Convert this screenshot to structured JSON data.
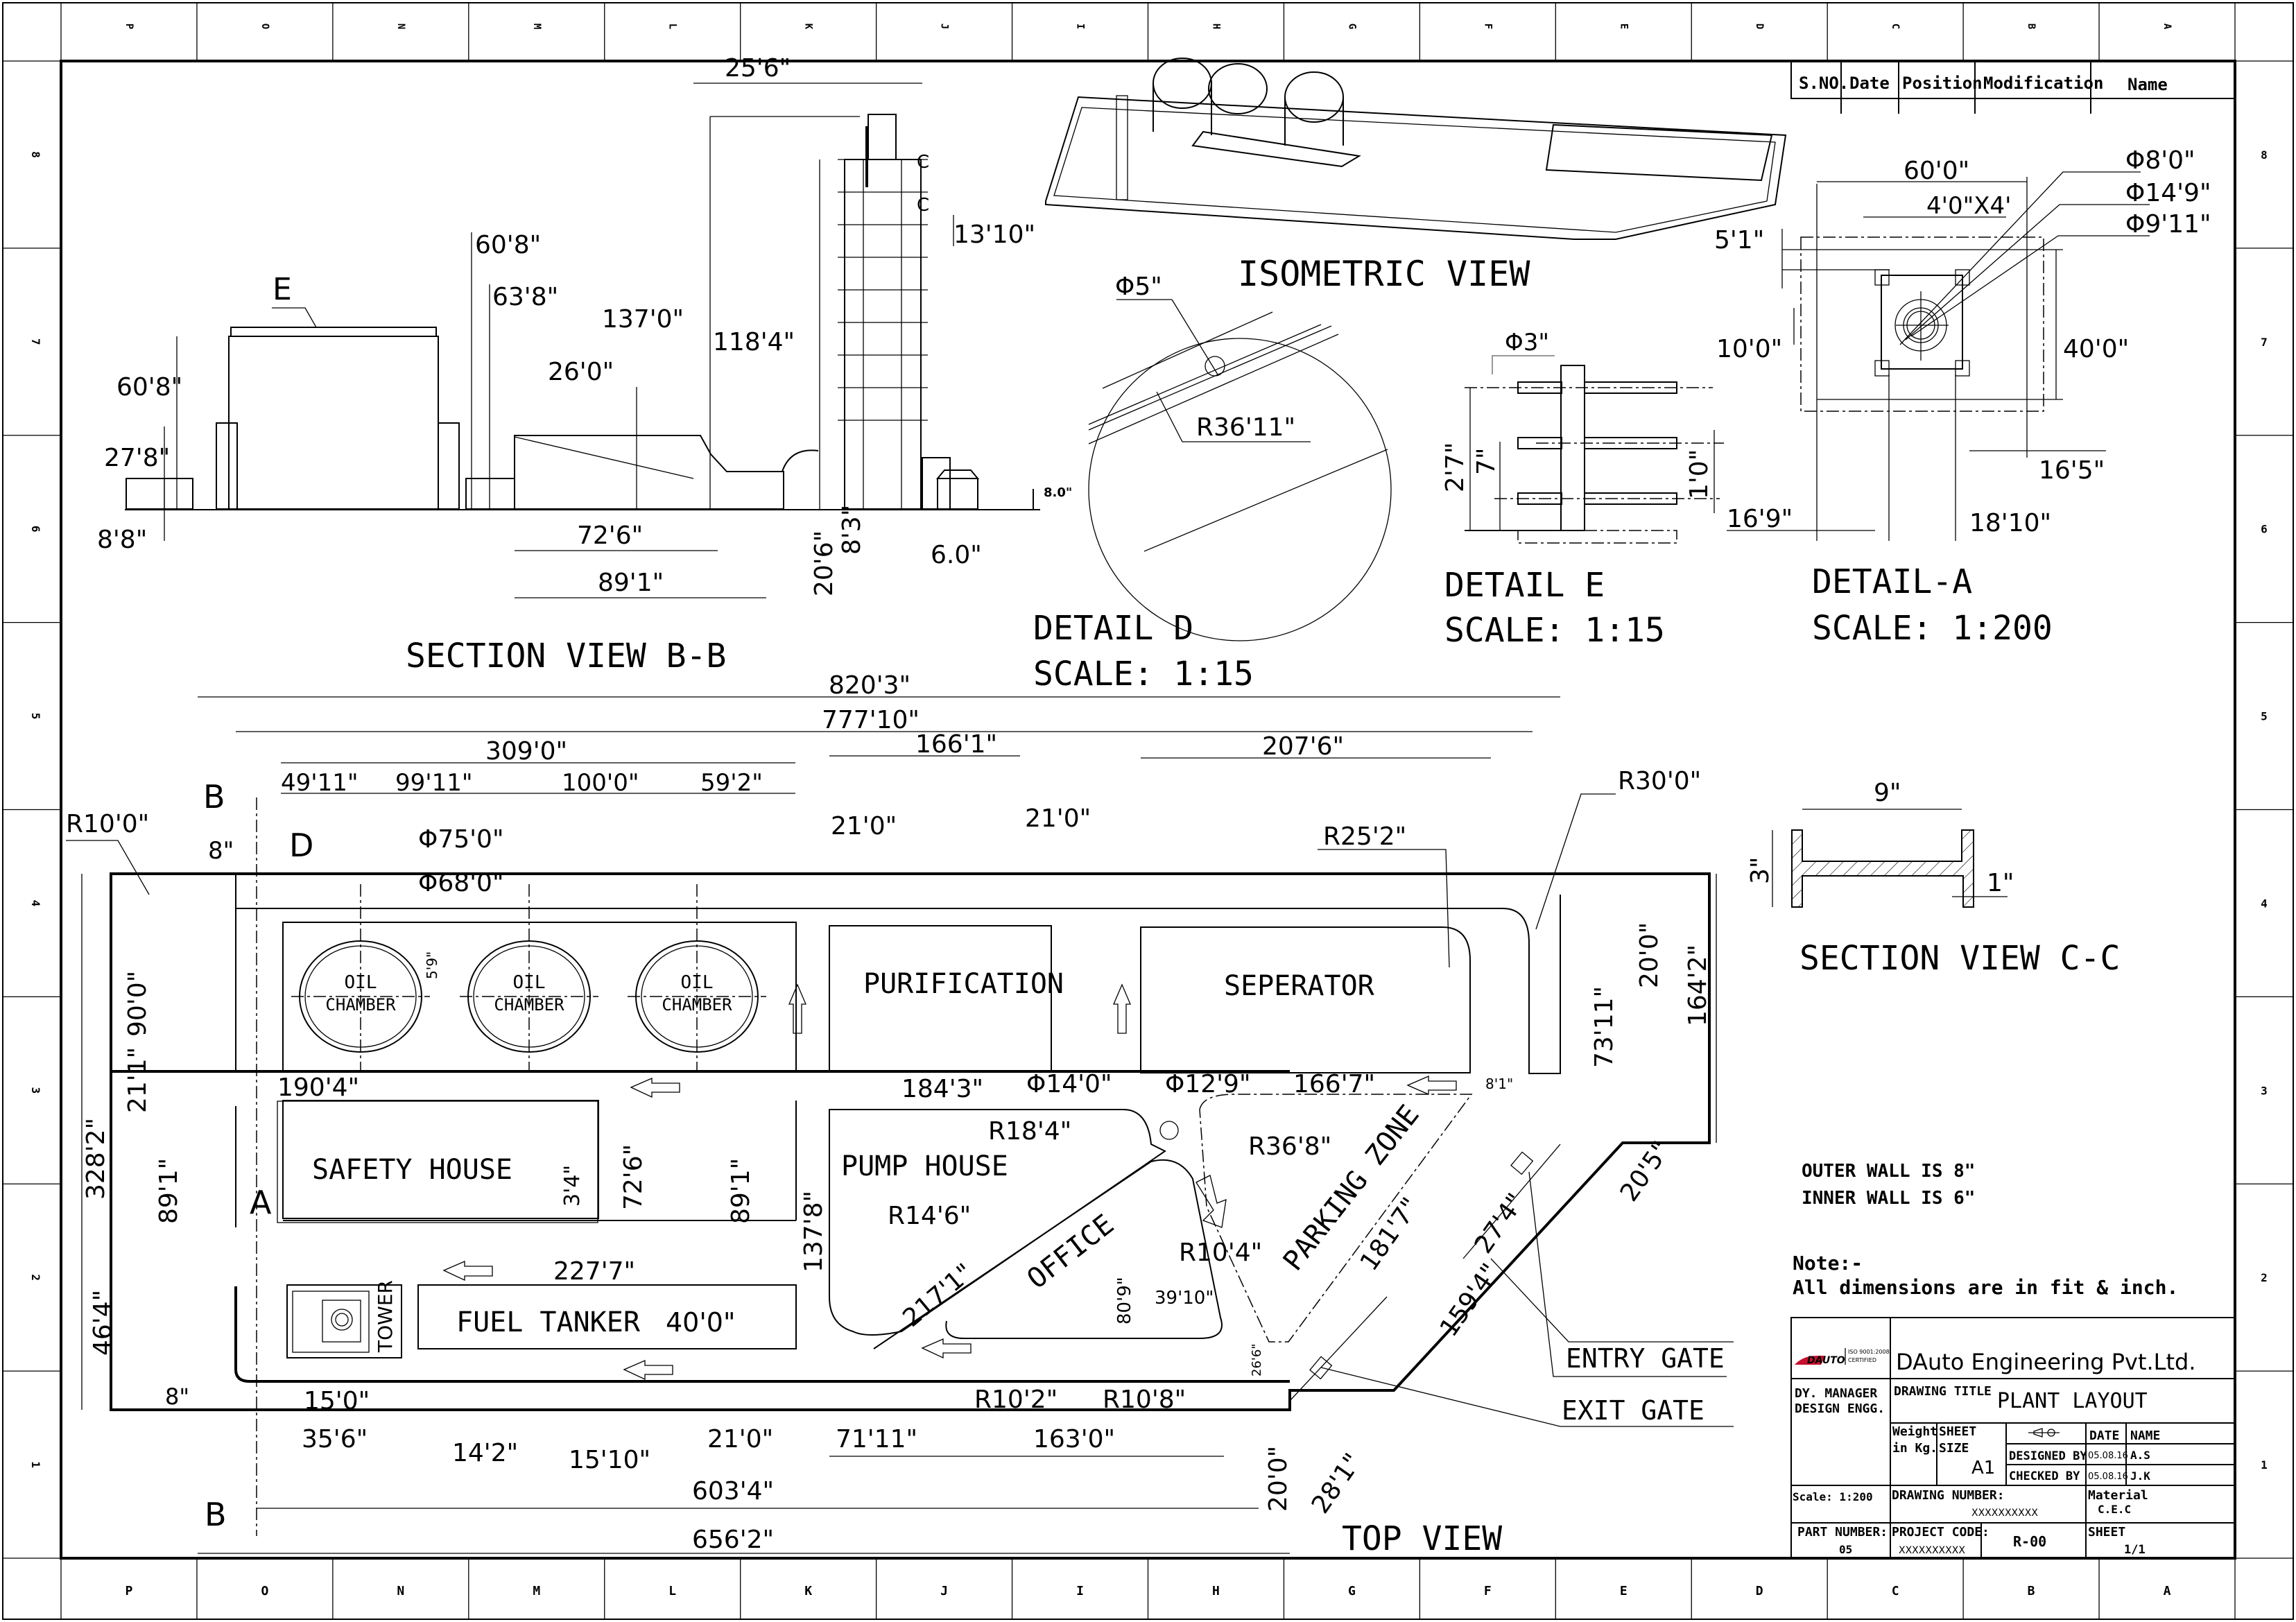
{
  "border": {
    "columns": [
      "P",
      "O",
      "N",
      "M",
      "L",
      "K",
      "J",
      "I",
      "H",
      "G",
      "F",
      "E",
      "D",
      "C",
      "B",
      "A"
    ],
    "rows": [
      "8",
      "7",
      "6",
      "5",
      "4",
      "3",
      "2",
      "1"
    ]
  },
  "revision_table": {
    "headers": [
      "S.NO.",
      "Date",
      "Position",
      "Modification",
      "Name"
    ]
  },
  "section_bb": {
    "title": "SECTION VIEW B-B",
    "callout_e": "E",
    "dims": {
      "d_60_8_left": "60'8\"",
      "d_27_8": "27'8\"",
      "d_8_8": "8'8\"",
      "d_60_8_top": "60'8\"",
      "d_63_8": "63'8\"",
      "d_26_0": "26'0\"",
      "d_137_0": "137'0\"",
      "d_118_4": "118'4\"",
      "d_25_6": "25'6\"",
      "d_13_10": "13'10\"",
      "d_72_6": "72'6\"",
      "d_89_1": "89'1\"",
      "d_20_6": "20'6\"",
      "d_8_3": "8'3\"",
      "d_6_0": "6.0\"",
      "d_8_0": "8.0\"",
      "cut_c": "C"
    }
  },
  "isometric": {
    "title": "ISOMETRIC VIEW"
  },
  "detail_d": {
    "title": "DETAIL D",
    "scale": "SCALE:  1:15",
    "d_phi5": "Φ5\"",
    "d_r36_11": "R36'11\""
  },
  "detail_e": {
    "title": "DETAIL E",
    "scale": "SCALE:  1:15",
    "d_phi3": "Φ3\"",
    "d_2_7": "2'7\"",
    "d_7": "7\"",
    "d_1_0": "1'0\""
  },
  "detail_a": {
    "title": "DETAIL-A",
    "scale": "SCALE:  1:200",
    "d_60_0": "60'0\"",
    "d_4x4": "4'0\"X4'",
    "d_phi8": "Φ8'0\"",
    "d_phi14_9": "Φ14'9\"",
    "d_phi9_11": "Φ9'11\"",
    "d_5_1": "5'1\"",
    "d_10_0": "10'0\"",
    "d_40_0": "40'0\"",
    "d_16_5": "16'5\"",
    "d_16_9": "16'9\"",
    "d_18_10": "18'10\""
  },
  "section_cc": {
    "title": "SECTION VIEW C-C",
    "d_9": "9\"",
    "d_3": "3\"",
    "d_1": "1\""
  },
  "notes": {
    "outer_wall": "OUTER WALL IS  8\"",
    "inner_wall": "INNER WALL IS  6\"",
    "note_label": "Note:-",
    "note_text": "All dimensions are in fit & inch."
  },
  "top_view": {
    "title": "TOP VIEW",
    "rooms": {
      "oil_chamber_1": [
        "OIL",
        "CHAMBER"
      ],
      "oil_chamber_2": [
        "OIL",
        "CHAMBER"
      ],
      "oil_chamber_3": [
        "OIL",
        "CHAMBER"
      ],
      "purification": "PURIFICATION",
      "seperator": "SEPERATOR",
      "safety_house": "SAFETY HOUSE",
      "pump_house": "PUMP HOUSE",
      "office": "OFFICE",
      "parking_zone": "PARKING ZONE",
      "fuel_tanker": "FUEL TANKER",
      "tower": "TOWER",
      "entry_gate": "ENTRY GATE",
      "exit_gate": "EXIT GATE"
    },
    "callouts": {
      "b_top": "B",
      "b_bottom": "B",
      "d": "D",
      "a": "A"
    },
    "dims": {
      "d_820_3": "820'3\"",
      "d_777_10": "777'10\"",
      "d_309_0": "309'0\"",
      "d_166_1": "166'1\"",
      "d_207_6": "207'6\"",
      "d_49_11": "49'11\"",
      "d_99_11": "99'11\"",
      "d_100_0": "100'0\"",
      "d_59_2": "59'2\"",
      "d_21_0_a": "21'0\"",
      "d_21_0_b": "21'0\"",
      "d_r10_0": "R10'0\"",
      "d_8_top": "8\"",
      "d_phi75": "Φ75'0\"",
      "d_phi68": "Φ68'0\"",
      "d_5_9": "5'9\"",
      "d_r25_2": "R25'2\"",
      "d_r30_0": "R30'0\"",
      "d_90_0": "90'0\"",
      "d_20_0_r": "20'0\"",
      "d_73_11": "73'11\"",
      "d_164_2": "164'2\"",
      "d_190_4": "190'4\"",
      "d_184_3": "184'3\"",
      "d_phi14": "Φ14'0\"",
      "d_phi12_9": "Φ12'9\"",
      "d_166_7": "166'7\"",
      "d_8_1": "8'1\"",
      "d_328_2": "328'2\"",
      "d_21_1": "21'1\"",
      "d_89_1_l": "89'1\"",
      "d_3_4": "3'4\"",
      "d_72_6": "72'6\"",
      "d_89_1_r": "89'1\"",
      "d_137_8": "137'8\"",
      "d_r18_4": "R18'4\"",
      "d_r36_8": "R36'8\"",
      "d_r14_6": "R14'6\"",
      "d_r10_4": "R10'4\"",
      "d_217_1": "217'1\"",
      "d_181_7": "181'7\"",
      "d_27_4": "27'4\"",
      "d_20_5": "20'5\"",
      "d_159_4": "159'4\"",
      "d_80_9": "80'9\"",
      "d_39_10": "39'10\"",
      "d_26_6": "26'6\"",
      "d_227_7": "227'7\"",
      "d_40_0": "40'0\"",
      "d_46_4": "46'4\"",
      "d_8_bot": "8\"",
      "d_15_0": "15'0\"",
      "d_r10_2": "R10'2\"",
      "d_r10_8": "R10'8\"",
      "d_35_6": "35'6\"",
      "d_14_2": "14'2\"",
      "d_15_10": "15'10\"",
      "d_21_0_c": "21'0\"",
      "d_71_11": "71'11\"",
      "d_163_0": "163'0\"",
      "d_20_0_b": "20'0\"",
      "d_28_1": "28'1\"",
      "d_603_4": "603'4\"",
      "d_656_2": "656'2\""
    }
  },
  "title_block": {
    "logo_text": "DAUTO",
    "iso_line1": "ISO 9001:2008",
    "iso_line2": "CERTIFIED",
    "company": "DAuto Engineering Pvt.Ltd.",
    "role_line1": "DY. MANAGER",
    "role_line2": "DESIGN ENGG.",
    "drawing_title_label": "DRAWING TITLE",
    "drawing_title": "PLANT LAYOUT",
    "weight_label_1": "Weight",
    "weight_label_2": "in Kg.",
    "sheet_size_label_1": "SHEET",
    "sheet_size_label_2": "SIZE",
    "sheet_size": "A1",
    "date_label": "DATE",
    "name_label": "NAME",
    "designed_by_label": "DESIGNED BY",
    "designed_date": "05.08.16",
    "designed_name": "A.S",
    "checked_by_label": "CHECKED BY",
    "checked_date": "05.08.16",
    "checked_name": "J.K",
    "scale_label": "Scale: 1:200",
    "drawing_number_label": "DRAWING NUMBER:",
    "drawing_number": "XXXXXXXXXX",
    "material_label": "Material",
    "material": "C.E.C",
    "part_number_label": "PART NUMBER:",
    "part_number": "05",
    "project_code_label": "PROJECT CODE:",
    "project_code": "XXXXXXXXXX",
    "revision": "R-00",
    "sheet_label": "SHEET",
    "sheet": "1/1"
  }
}
